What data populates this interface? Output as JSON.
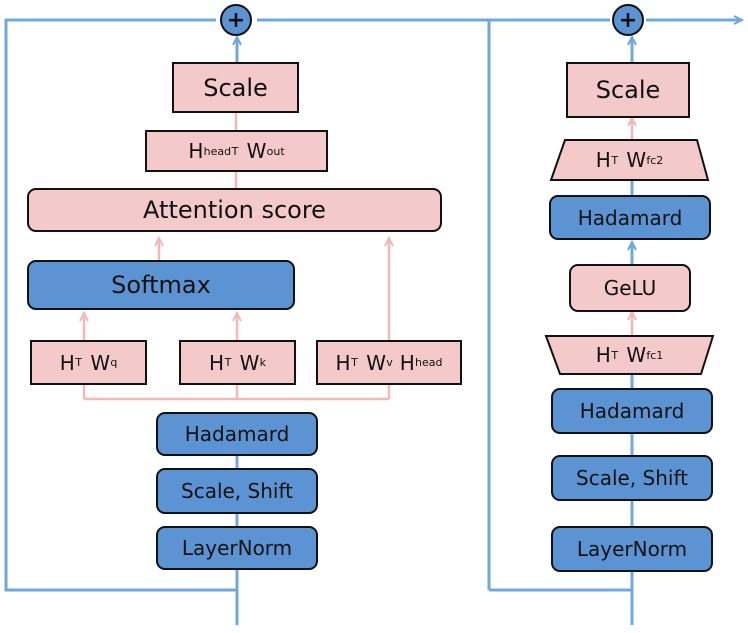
{
  "colors": {
    "residual_line": "#6fa8dc",
    "data_arrow": "#f2b8b8",
    "pink_block": "#f4c9c9",
    "blue_block": "#5b93d3",
    "border": "#111111"
  },
  "attention_block": {
    "add_node": "+",
    "scale": "Scale",
    "output_projection": {
      "base": "H",
      "sub": "head",
      "sup": "T",
      "weight": "W",
      "weight_sub": "out"
    },
    "attention_score": "Attention score",
    "softmax": "Softmax",
    "query_projection": {
      "base": "H",
      "sup": "T",
      "weight": "W",
      "weight_sub": "q"
    },
    "key_projection": {
      "base": "H",
      "sup": "T",
      "weight": "W",
      "weight_sub": "k"
    },
    "value_projection": {
      "base": "H",
      "sup": "T",
      "weight": "W",
      "weight_sub": "v",
      "tail": "H",
      "tail_sub": "head"
    },
    "hadamard": "Hadamard",
    "scale_shift": "Scale, Shift",
    "layernorm": "LayerNorm"
  },
  "mlp_block": {
    "add_node": "+",
    "scale": "Scale",
    "fc2_projection": {
      "base": "H",
      "sup": "T",
      "weight": "W",
      "weight_sub": "fc2"
    },
    "hadamard_top": "Hadamard",
    "gelu": "GeLU",
    "fc1_projection": {
      "base": "H",
      "sup": "T",
      "weight": "W",
      "weight_sub": "fc1"
    },
    "hadamard_bottom": "Hadamard",
    "scale_shift": "Scale, Shift",
    "layernorm": "LayerNorm"
  }
}
